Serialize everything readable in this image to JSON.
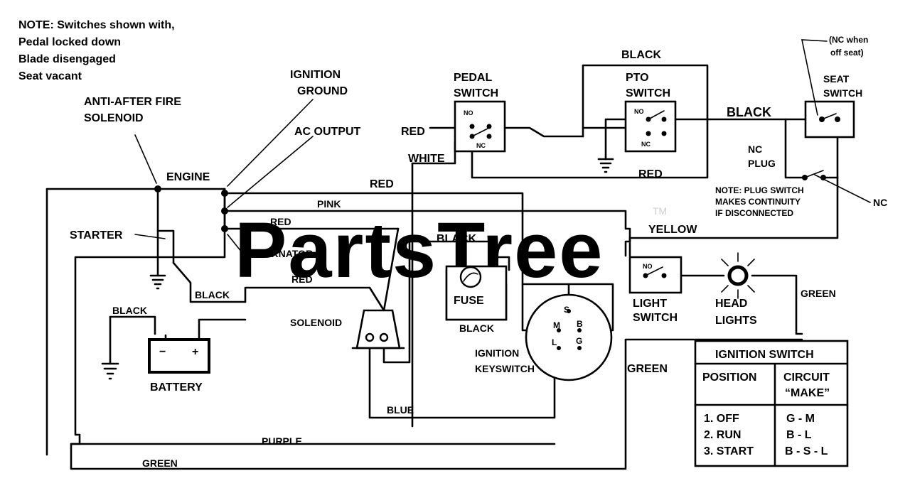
{
  "note": [
    "NOTE: Switches shown with,",
    "Pedal locked down",
    "Blade disengaged",
    "Seat vacant"
  ],
  "watermark": {
    "text": "PartsTree",
    "tm": "TM"
  },
  "components": {
    "anti_after_fire_solenoid": [
      "ANTI-AFTER FIRE",
      "SOLENOID"
    ],
    "ignition_ground": [
      "IGNITION",
      "GROUND"
    ],
    "ac_output": "AC OUTPUT",
    "engine": "ENGINE",
    "starter": "STARTER",
    "alternator": "ALTERNATOR",
    "solenoid": "SOLENOID",
    "battery": "BATTERY",
    "battery_minus": "−",
    "battery_plus": "+",
    "fuse": "FUSE",
    "ignition_keyswitch": [
      "IGNITION",
      "KEYSWITCH"
    ],
    "pedal_switch": [
      "PEDAL",
      "SWITCH"
    ],
    "pto_switch": [
      "PTO",
      "SWITCH"
    ],
    "seat_switch": [
      "SEAT",
      "SWITCH"
    ],
    "seat_note": [
      "(NC when",
      "off seat)"
    ],
    "nc_plug": [
      "NC",
      "PLUG"
    ],
    "plug_note": [
      "NOTE: PLUG SWITCH",
      "MAKES CONTINUITY",
      "IF DISCONNECTED"
    ],
    "nc": "NC",
    "no": "NO",
    "light_switch": [
      "LIGHT",
      "SWITCH"
    ],
    "head_lights": [
      "HEAD",
      "LIGHTS"
    ],
    "terminals": {
      "s": "S",
      "m": "M",
      "b": "B",
      "l": "L",
      "g": "G"
    }
  },
  "wires": {
    "red": "RED",
    "pink": "PINK",
    "black": "BLACK",
    "white": "WHITE",
    "yellow": "YELLOW",
    "green": "GREEN",
    "blue": "BLUE",
    "purple": "PURPLE"
  },
  "ignition_table": {
    "title": "IGNITION SWITCH",
    "headers": [
      "POSITION",
      "CIRCUIT",
      "“MAKE”"
    ],
    "rows": [
      {
        "position": "1. OFF",
        "circuit": "G - M"
      },
      {
        "position": "2. RUN",
        "circuit": "B - L"
      },
      {
        "position": "3. START",
        "circuit": "B - S - L"
      }
    ]
  }
}
